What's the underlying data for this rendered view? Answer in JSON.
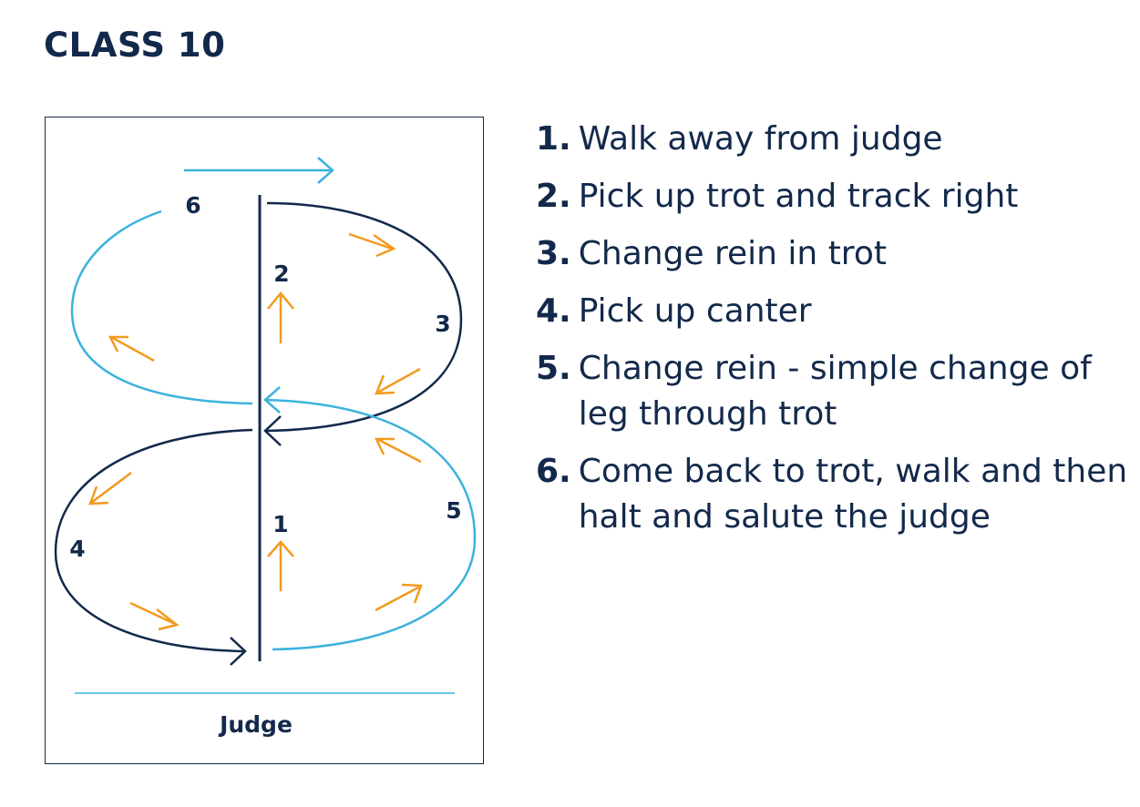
{
  "title": "CLASS 10",
  "diagram": {
    "judge_label": "Judge",
    "segment_labels": [
      "1",
      "2",
      "3",
      "4",
      "5",
      "6"
    ],
    "colors": {
      "dark_navy": "#13294b",
      "light_blue": "#3cb2dd",
      "orange_arrow": "#f29a1f"
    }
  },
  "steps": [
    {
      "number": "1.",
      "text": "Walk away from judge"
    },
    {
      "number": "2.",
      "text": "Pick up trot and track right"
    },
    {
      "number": "3.",
      "text": "Change rein in trot"
    },
    {
      "number": "4.",
      "text": "Pick up canter"
    },
    {
      "number": "5.",
      "text": "Change rein - simple change of leg through trot"
    },
    {
      "number": "6.",
      "text": "Come back to trot, walk and then halt and salute the judge"
    }
  ]
}
